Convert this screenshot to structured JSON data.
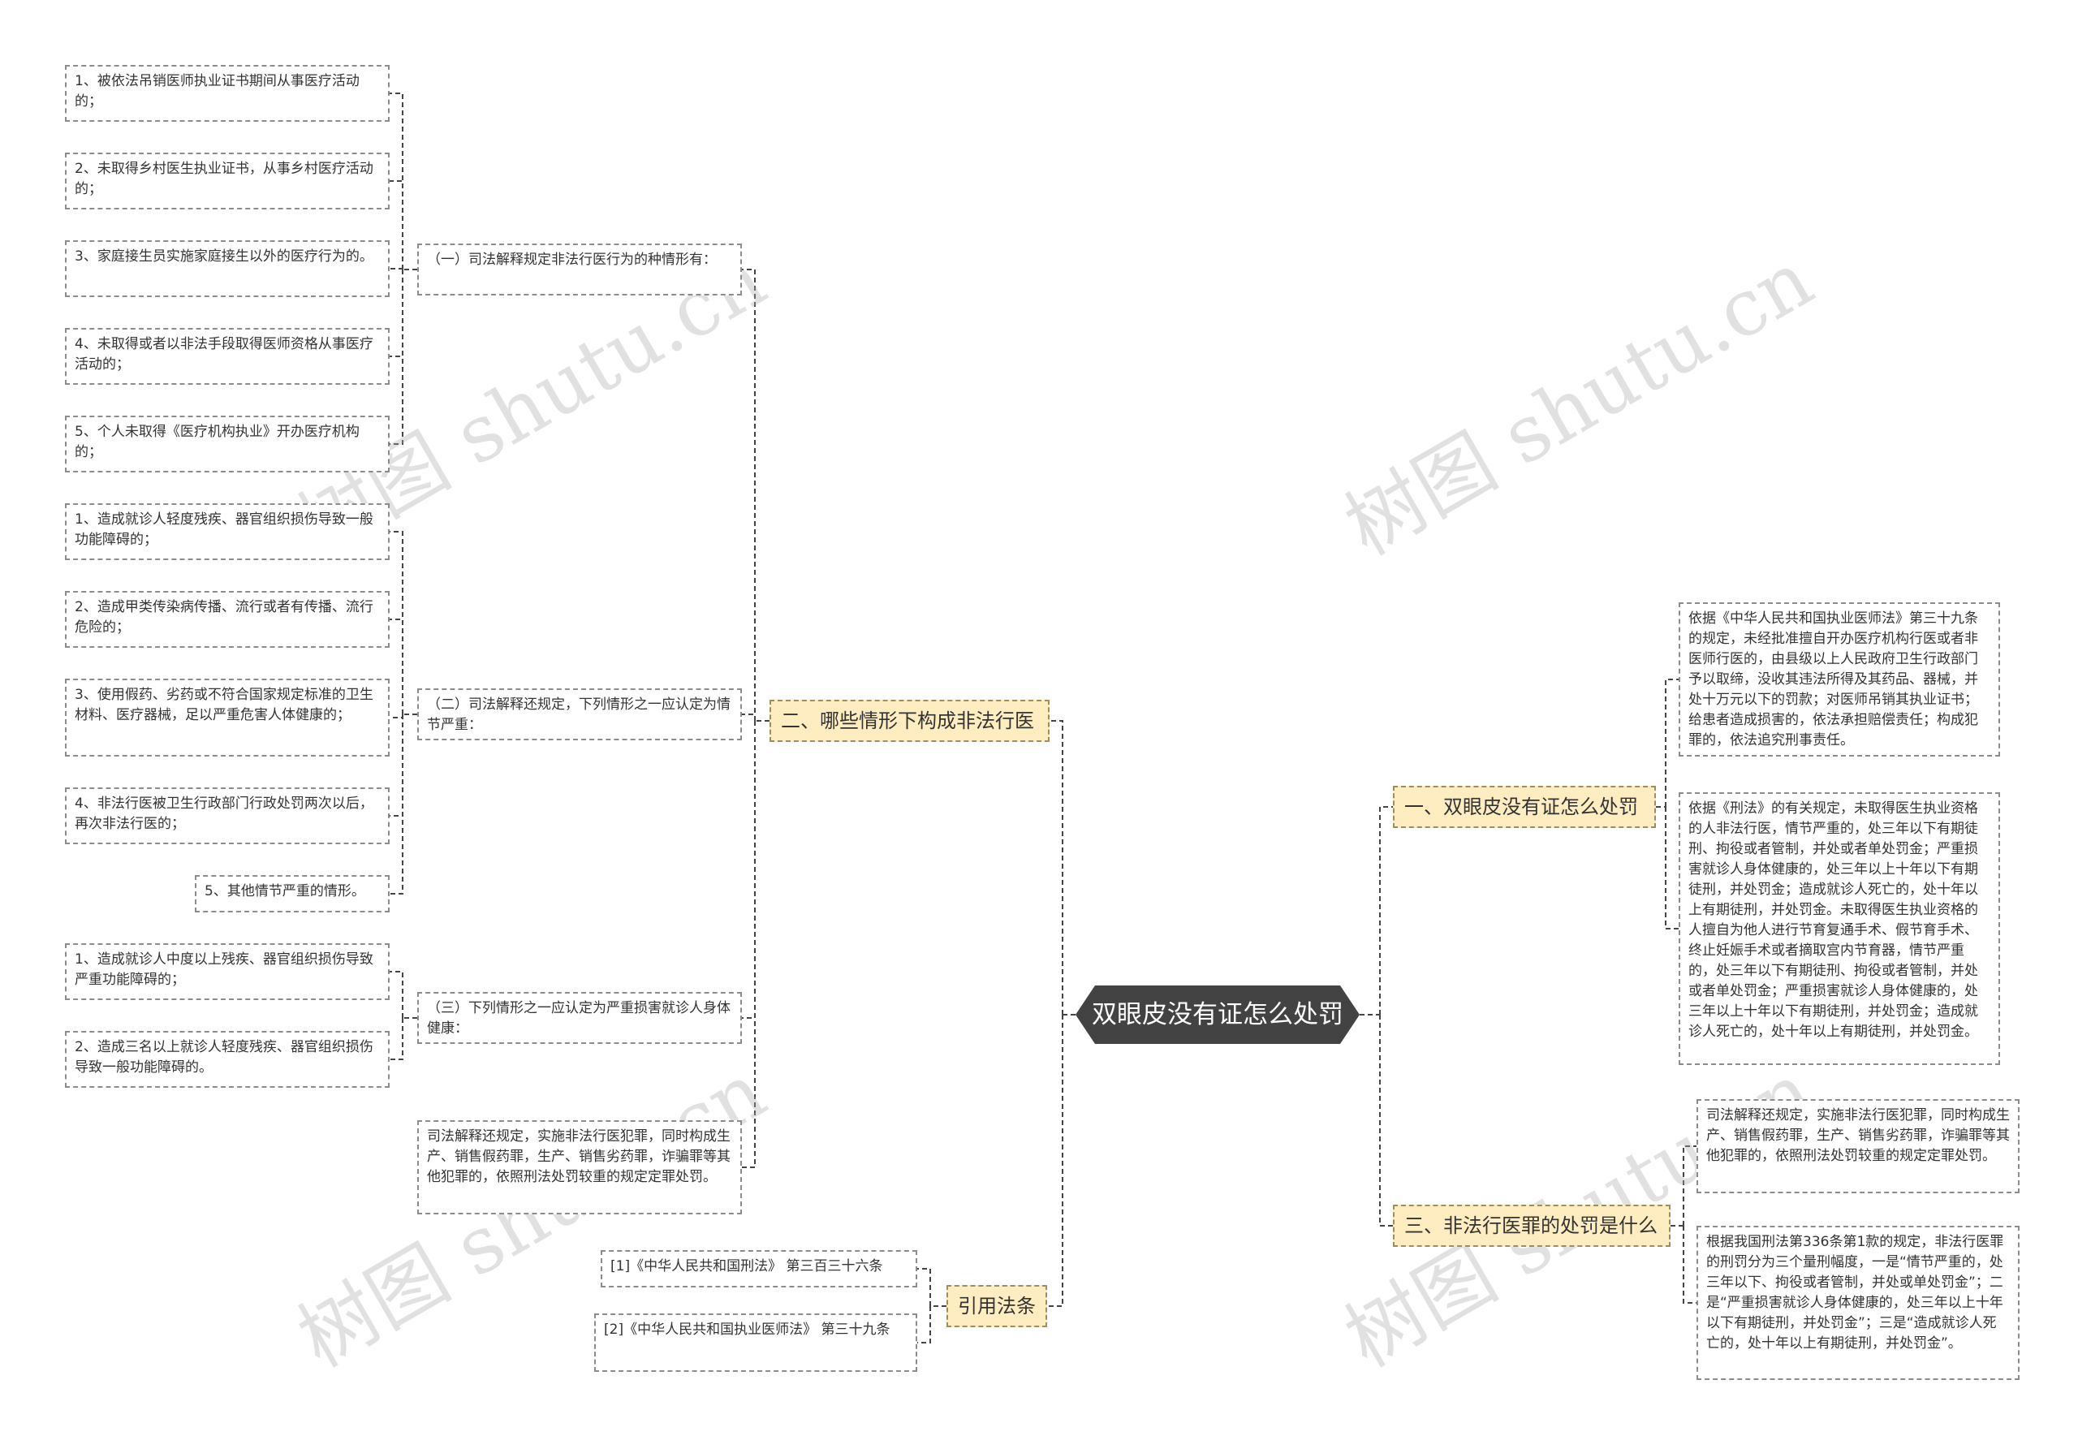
{
  "root": "双眼皮没有证怎么处罚",
  "watermark": "树图 shutu.cn",
  "colors": {
    "root_bg": "#434343",
    "topic_bg": "#ffedc2",
    "topic_border": "#9d8d63",
    "line": "#444444",
    "node_border": "#8c8c8c"
  },
  "topics": {
    "t1": "一、双眼皮没有证怎么处罚",
    "t2": "二、哪些情形下构成非法行医",
    "t3": "三、非法行医罪的处罚是什么",
    "t4": "引用法条"
  },
  "t1_items": [
    "依据《中华人民共和国执业医师法》第三十九条的规定，未经批准擅自开办医疗机构行医或者非医师行医的，由县级以上人民政府卫生行政部门予以取缔，没收其违法所得及其药品、器械，并处十万元以下的罚款；对医师吊销其执业证书；给患者造成损害的，依法承担赔偿责任；构成犯罪的，依法追究刑事责任。",
    "依据《刑法》的有关规定，未取得医生执业资格的人非法行医，情节严重的，处三年以下有期徒刑、拘役或者管制，并处或者单处罚金；严重损害就诊人身体健康的，处三年以上十年以下有期徒刑，并处罚金；造成就诊人死亡的，处十年以上有期徒刑，并处罚金。未取得医生执业资格的人擅自为他人进行节育复通手术、假节育手术、终止妊娠手术或者摘取宫内节育器，情节严重的，处三年以下有期徒刑、拘役或者管制，并处或者单处罚金；严重损害就诊人身体健康的，处三年以上十年以下有期徒刑，并处罚金；造成就诊人死亡的，处十年以上有期徒刑，并处罚金。"
  ],
  "t3_items": [
    "司法解释还规定，实施非法行医犯罪，同时构成生产、销售假药罪，生产、销售劣药罪，诈骗罪等其他犯罪的，依照刑法处罚较重的规定定罪处罚。",
    "根据我国刑法第336条第1款的规定，非法行医罪的刑罚分为三个量刑幅度，一是“情节严重的，处三年以下、拘役或者管制，并处或单处罚金”；二是“严重损害就诊人身体健康的，处三年以上十年以下有期徒刑，并处罚金”；三是“造成就诊人死亡的，处十年以上有期徒刑，并处罚金”。"
  ],
  "t2_subs": {
    "s1": "（一）司法解释规定非法行医行为的种情形有：",
    "s2": "（二）司法解释还规定，下列情形之一应认定为情节严重：",
    "s3": "（三）下列情形之一应认定为严重损害就诊人身体健康：",
    "s4": "司法解释还规定，实施非法行医犯罪，同时构成生产、销售假药罪，生产、销售劣药罪，诈骗罪等其他犯罪的，依照刑法处罚较重的规定定罪处罚。"
  },
  "s1_items": [
    "1、被依法吊销医师执业证书期间从事医疗活动的；",
    "2、未取得乡村医生执业证书，从事乡村医疗活动的；",
    "3、家庭接生员实施家庭接生以外的医疗行为的。",
    "4、未取得或者以非法手段取得医师资格从事医疗活动的；",
    "5、个人未取得《医疗机构执业》开办医疗机构的；"
  ],
  "s2_items": [
    "1、造成就诊人轻度残疾、器官组织损伤导致一般功能障碍的；",
    "2、造成甲类传染病传播、流行或者有传播、流行危险的；",
    "3、使用假药、劣药或不符合国家规定标准的卫生材料、医疗器械，足以严重危害人体健康的；",
    "4、非法行医被卫生行政部门行政处罚两次以后，再次非法行医的；",
    "5、其他情节严重的情形。"
  ],
  "s3_items": [
    "1、造成就诊人中度以上残疾、器官组织损伤导致严重功能障碍的；",
    "2、造成三名以上就诊人轻度残疾、器官组织损伤导致一般功能障碍的。"
  ],
  "t4_items": [
    "[1]《中华人民共和国刑法》 第三百三十六条",
    "[2]《中华人民共和国执业医师法》 第三十九条"
  ]
}
